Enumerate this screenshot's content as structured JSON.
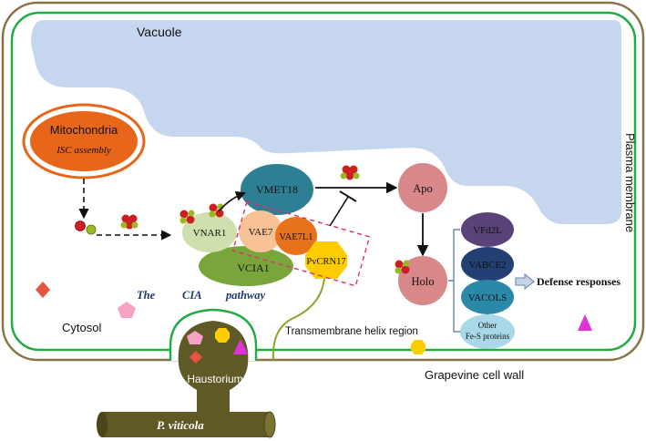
{
  "compartments": {
    "vacuole": "Vacuole",
    "plasma_membrane": "Plasma membrane",
    "cytosol": "Cytosol",
    "cell_wall": "Grapevine cell wall"
  },
  "mitochondria": {
    "title": "Mitochondria",
    "subtitle": "ISC assembly"
  },
  "cia_pathway": {
    "word1": "The",
    "word2": "CIA",
    "word3": "pathway",
    "proteins": {
      "vnar1": "VNAR1",
      "vmet18": "VMET18",
      "vae7": "VAE7",
      "vae7l1": "VAE7L1",
      "vcia1": "VCIA1",
      "pvcrn17": "PvCRN17"
    }
  },
  "apo_label": "Apo",
  "holo_label": "Holo",
  "targets": {
    "vfd2l": "VFd2L",
    "vabce2": "VABCE2",
    "vacols": "VACOLS",
    "other_line1": "Other",
    "other_line2": "Fe-S proteins"
  },
  "defense_label": "Defense responses",
  "transmembrane_label": "Transmembrane helix region",
  "pathogen": {
    "haustorium": "Haustorium",
    "species": "P. viticola"
  },
  "colors": {
    "cell_wall": "#8b7346",
    "plasma_membrane": "#22aa44",
    "vacuole": "#c5d6ee",
    "mitochondria": "#e8661a",
    "vnar1": "#cfdfad",
    "vmet18": "#2e7e94",
    "vae7": "#f9c296",
    "vae7l1": "#e8721c",
    "vcia1": "#78a63a",
    "pvcrn17": "#ffcc00",
    "apo_holo": "#d9888a",
    "vfd2l": "#5a4378",
    "vabce2": "#243f73",
    "vacols": "#2a88a8",
    "other_fes": "#a9d8e8",
    "haustorium": "#5f5a25",
    "effector_diamond": "#e8533f",
    "effector_pentagon": "#f7a1c4",
    "effector_triangle": "#e032d8",
    "dashed_box": "#e0306a"
  }
}
